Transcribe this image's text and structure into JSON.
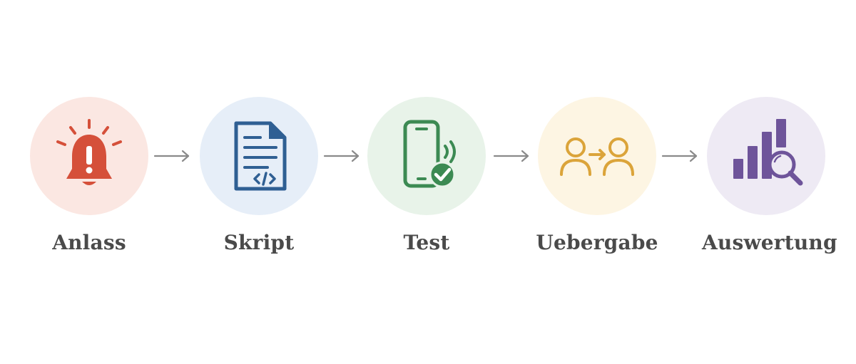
{
  "steps": [
    {
      "label": "Anlass",
      "icon": "alarm-bell-icon",
      "color": "#d5503a",
      "bg": "#fbe7e2"
    },
    {
      "label": "Skript",
      "icon": "script-document-icon",
      "color": "#2f5f93",
      "bg": "#e6eef8"
    },
    {
      "label": "Test",
      "icon": "phone-check-icon",
      "color": "#3c8a53",
      "bg": "#e8f3e9"
    },
    {
      "label": "Uebergabe",
      "icon": "handover-icon",
      "color": "#dba43a",
      "bg": "#fdf5e3"
    },
    {
      "label": "Auswertung",
      "icon": "analytics-chart-icon",
      "color": "#6e549a",
      "bg": "#eeeaf4"
    }
  ],
  "arrow_color": "#8a8a8a"
}
